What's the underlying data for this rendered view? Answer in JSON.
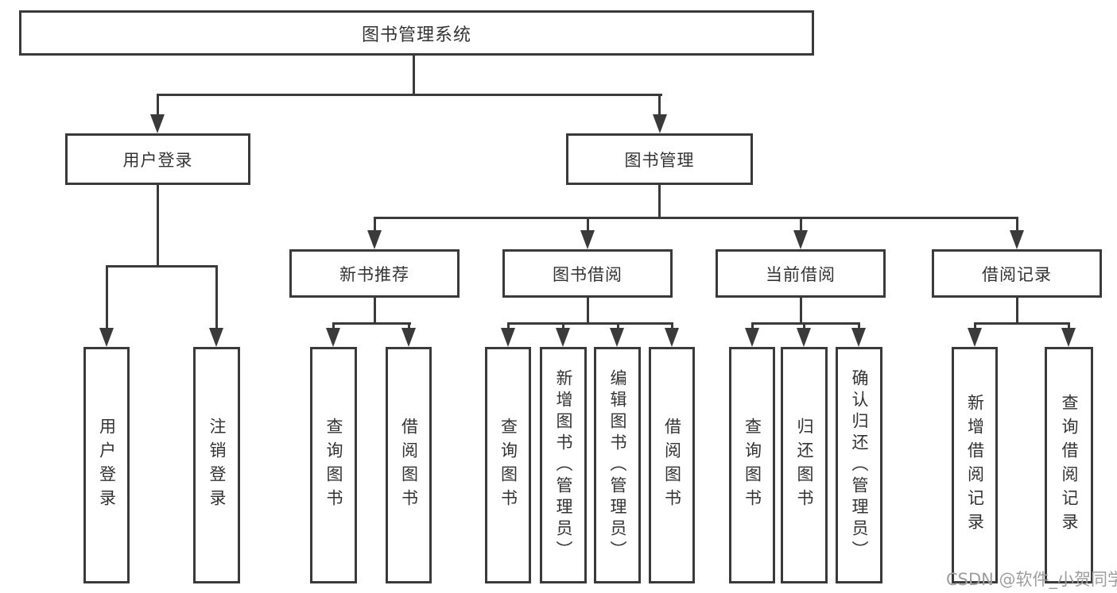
{
  "diagram": {
    "root": {
      "label": "图书管理系统"
    },
    "branches": [
      {
        "label": "用户登录",
        "children": [
          {
            "label": "用户登录"
          },
          {
            "label": "注销登录"
          }
        ]
      },
      {
        "label": "图书管理",
        "children": [
          {
            "label": "新书推荐",
            "children": [
              {
                "label": "查询图书"
              },
              {
                "label": "借阅图书"
              }
            ]
          },
          {
            "label": "图书借阅",
            "children": [
              {
                "label": "查询图书"
              },
              {
                "label": "新增图书（管理员）"
              },
              {
                "label": "编辑图书（管理员）"
              },
              {
                "label": "借阅图书"
              }
            ]
          },
          {
            "label": "当前借阅",
            "children": [
              {
                "label": "查询图书"
              },
              {
                "label": "归还图书"
              },
              {
                "label": "确认归还（管理员）"
              }
            ]
          },
          {
            "label": "借阅记录",
            "children": [
              {
                "label": "新增借阅记录"
              },
              {
                "label": "查询借阅记录"
              }
            ]
          }
        ]
      }
    ]
  },
  "watermark": "CSDN @软件_小贺同学",
  "colors": {
    "line": "#3a3a3a",
    "text": "#333333",
    "background": "#ffffff",
    "watermark": "#9e9e9e"
  }
}
